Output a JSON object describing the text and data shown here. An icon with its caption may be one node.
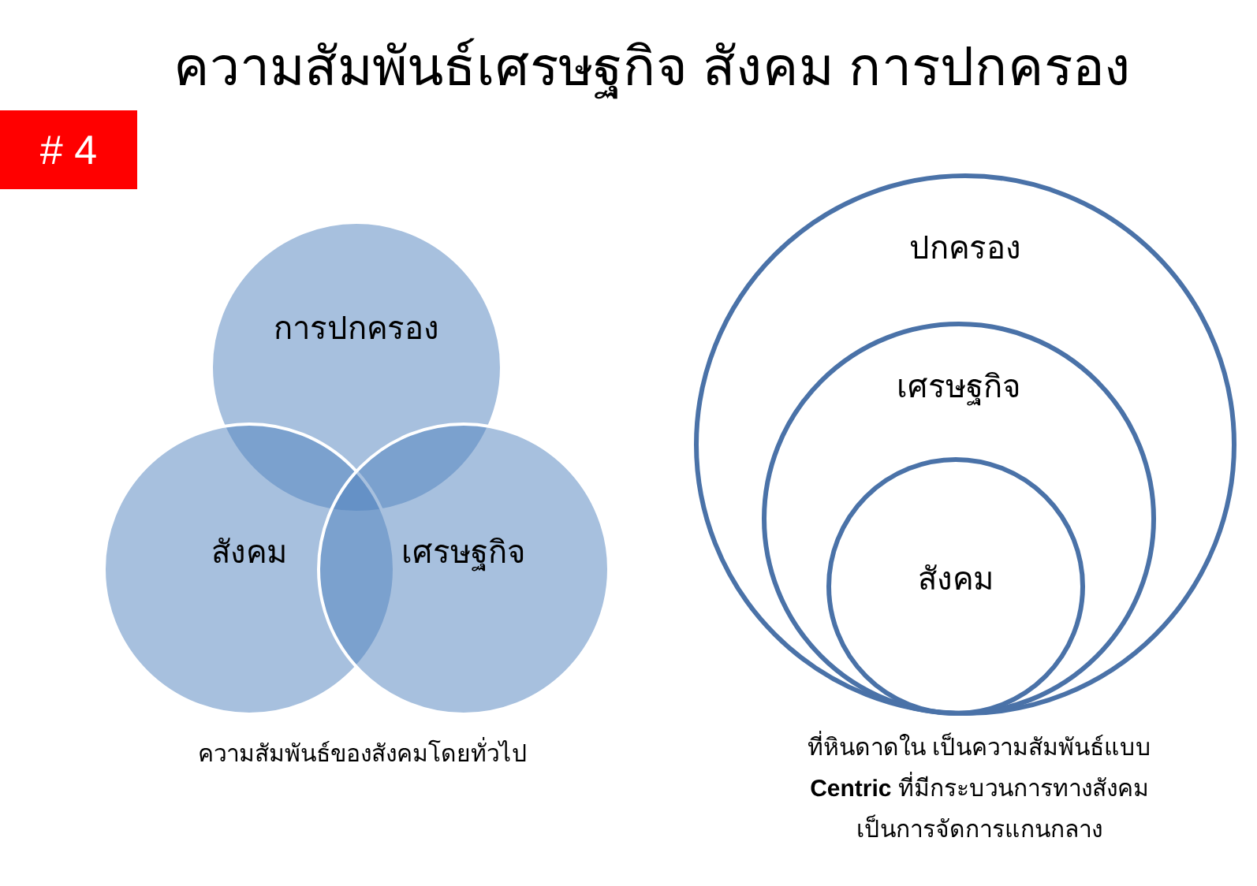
{
  "diagram": {
    "title": "ความสัมพันธ์เศรษฐกิจ สังคม การปกครอง",
    "nodes": [
      {
        "text": [
          "# 4"
        ]
      },
      {
        "text": [
          "การปกครอง"
        ]
      },
      {
        "text": [
          "สังคม"
        ]
      },
      {
        "text": [
          "เศรษฐกิจ"
        ]
      },
      {
        "text": [
          "ปกครอง"
        ]
      },
      {
        "text": [
          "เศรษฐกิจ"
        ],
        "in": 4
      },
      {
        "text": [
          "สังคม"
        ],
        "in": 5
      }
    ],
    "labels": [
      "ความสัมพันธ์ของสังคมโดยทั่วไป",
      "ที่หินดาดใน เป็นความสัมพันธ์แบบ **Centric** ที่มีกระบวนการทางสังคม เป็นการจัดการแกนกลาง"
    ]
  }
}
